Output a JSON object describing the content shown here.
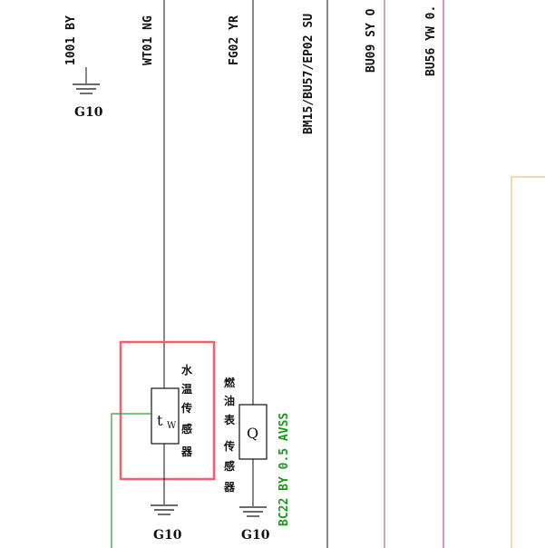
{
  "wire_labels": {
    "w1": "1001 BY",
    "w2": "WT01 NG",
    "w3": "FG02 YR",
    "w4": "BM15/BU57/EP02 SU",
    "w5": "BU09 SY O",
    "w6": "BU56 YW 0.",
    "w7": "BC22 BY 0.5 AVSS"
  },
  "ground_labels": {
    "g1": "G10",
    "g2": "G10",
    "g3": "G10"
  },
  "components": {
    "water_temp_sensor": {
      "name": [
        "水",
        "温",
        "传",
        "感",
        "器"
      ],
      "symbol": "t",
      "symbol_sub": "W"
    },
    "fuel_sensor": {
      "name": [
        "燃",
        "油",
        "表",
        "传",
        "感",
        "器"
      ],
      "symbol": "Q"
    }
  },
  "colors": {
    "wire": "#111111",
    "highlight": "#f06070",
    "green_wire": "#2e9e2e",
    "brown_wire": "#8b5a3c",
    "magenta_wire": "#c020a0",
    "orange_wire": "#f0b060"
  }
}
